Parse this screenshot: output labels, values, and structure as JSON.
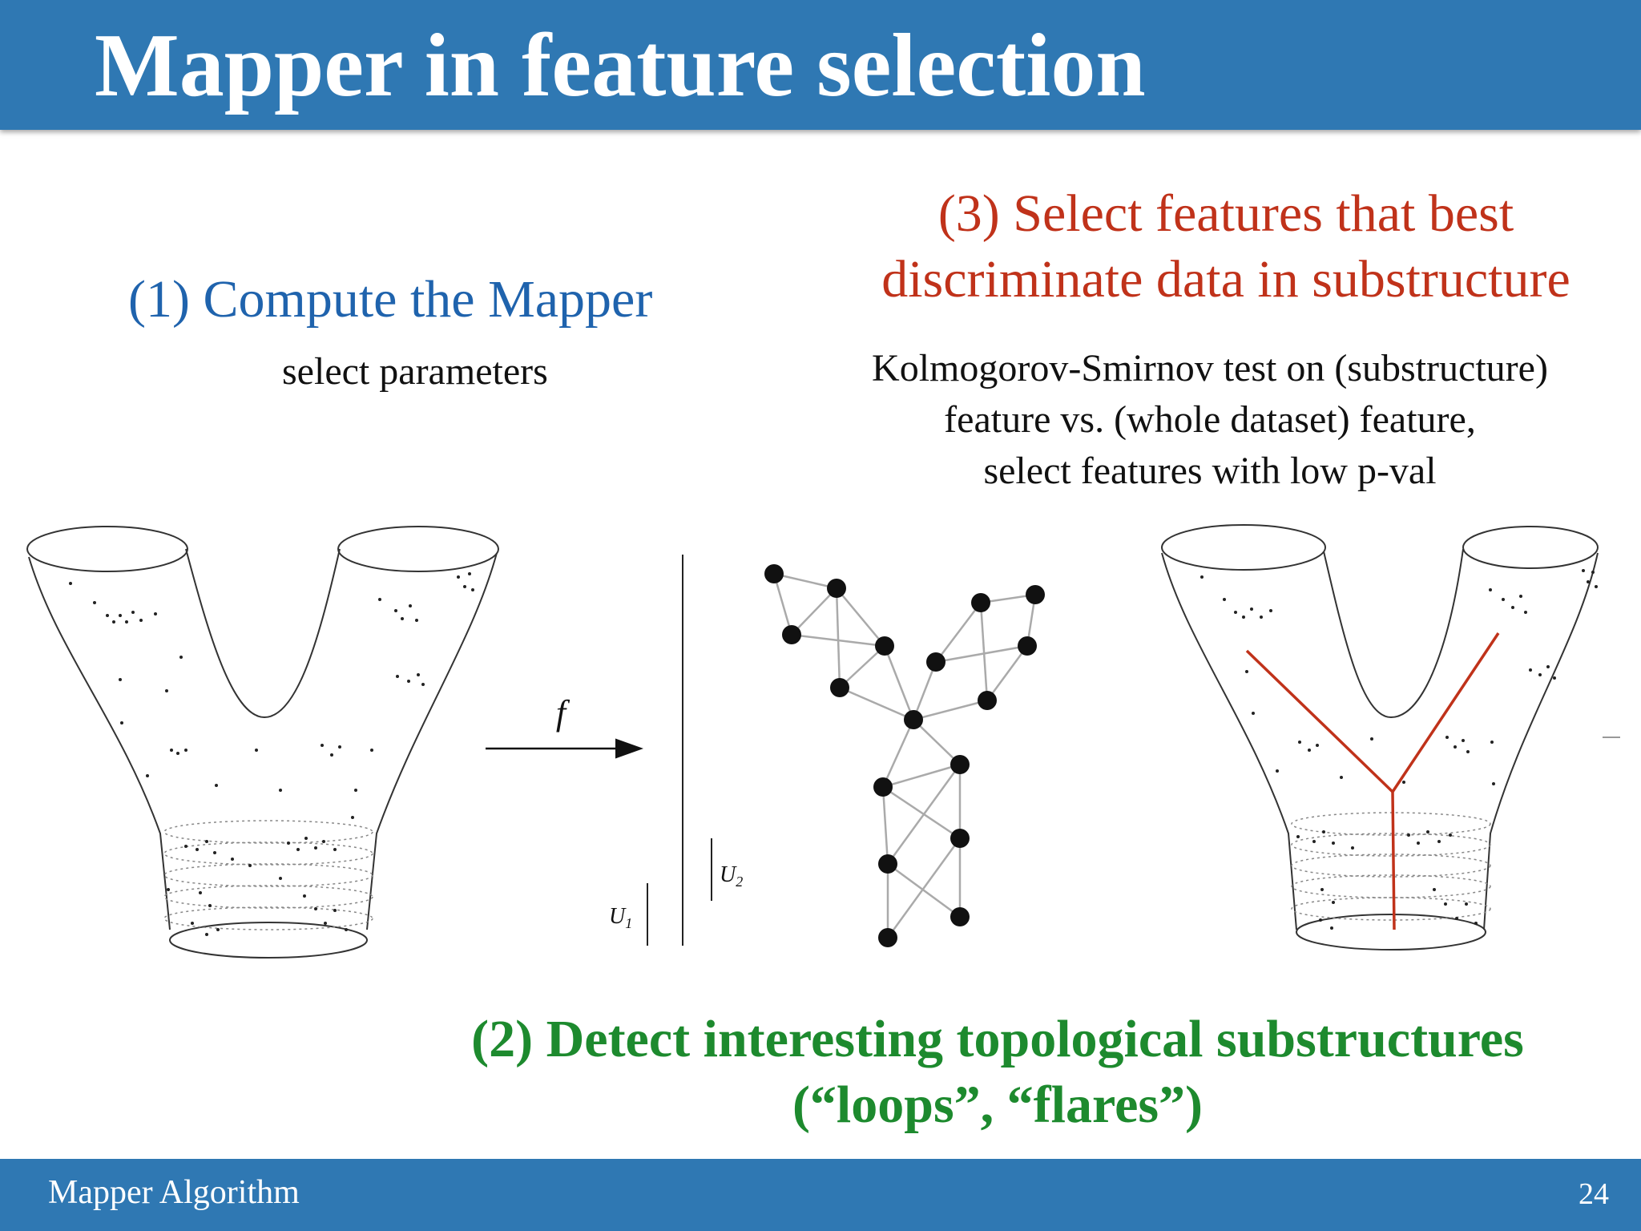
{
  "slide": {
    "title": "Mapper in feature selection",
    "step1": {
      "heading": "(1) Compute the Mapper",
      "sub": "select parameters"
    },
    "step3": {
      "heading_lines": [
        "(3) Select features that best",
        "discriminate data in substructure"
      ],
      "detail_lines": [
        "Kolmogorov-Smirnov test on (substructure)",
        "feature vs. (whole dataset) feature,",
        "select features with low p-val"
      ]
    },
    "step2": {
      "heading_lines": [
        "(2) Detect interesting topological substructures",
        "(“loops”, “flares”)"
      ]
    },
    "diagram": {
      "filter_label": "f",
      "cover_labels": {
        "u1": "U",
        "u1_sub": "1",
        "u2": "U",
        "u2_sub": "2"
      }
    },
    "footer": {
      "section": "Mapper Algorithm",
      "page_number": "24"
    },
    "colors": {
      "header_bg": "#2f78b3",
      "step1": "#1f63ad",
      "step2": "#1d8a2e",
      "step3": "#c0321a"
    }
  }
}
